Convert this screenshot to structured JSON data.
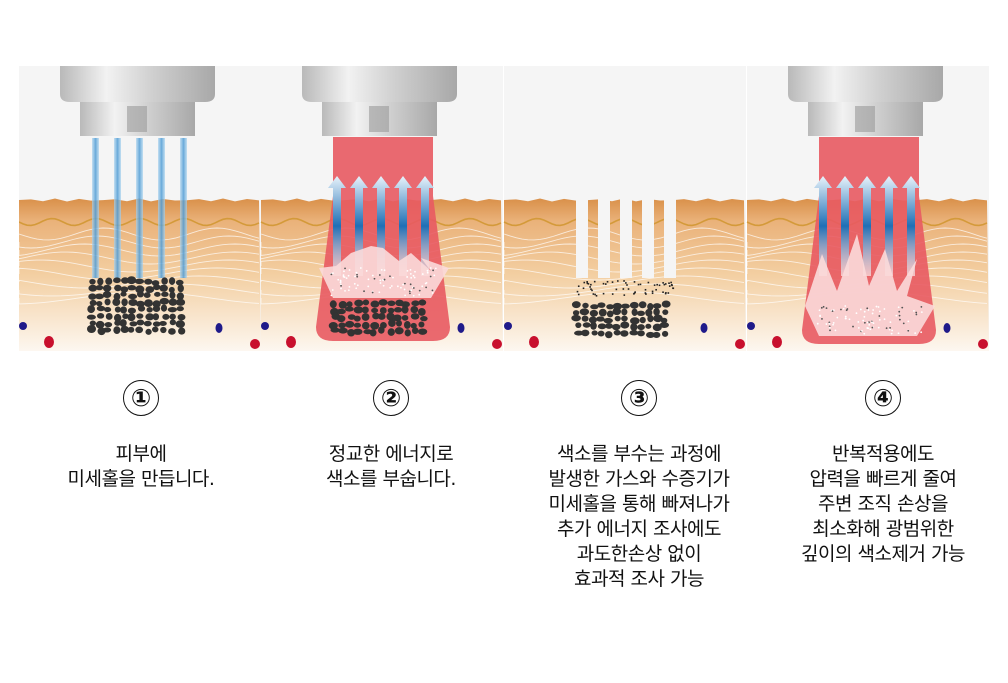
{
  "colors": {
    "background": "#f5f5f5",
    "skin_top": "#d9924a",
    "skin_mid": "#f0c48c",
    "skin_bottom": "#fdf6ee",
    "beam_blue": "#5aa6d8",
    "laser_red": "#e85a62",
    "pigment": "#333333",
    "blood_red": "#c8102e",
    "blood_blue": "#1f1a8a"
  },
  "steps": [
    {
      "number": "①",
      "lines": [
        "피부에",
        "미세홀을 만듭니다."
      ]
    },
    {
      "number": "②",
      "lines": [
        "정교한 에너지로",
        "색소를 부숩니다."
      ]
    },
    {
      "number": "③",
      "lines": [
        "색소를 부수는 과정에",
        "발생한 가스와 수증기가",
        "미세홀을 통해 빠져나가",
        "추가 에너지 조사에도",
        "과도한손상 없이",
        "효과적 조사 가능"
      ]
    },
    {
      "number": "④",
      "lines": [
        "반복적용에도",
        "압력을 빠르게 줄여",
        "주변 조직 손상을",
        "최소화해 광범위한",
        "깊이의 색소제거 가능"
      ]
    }
  ]
}
